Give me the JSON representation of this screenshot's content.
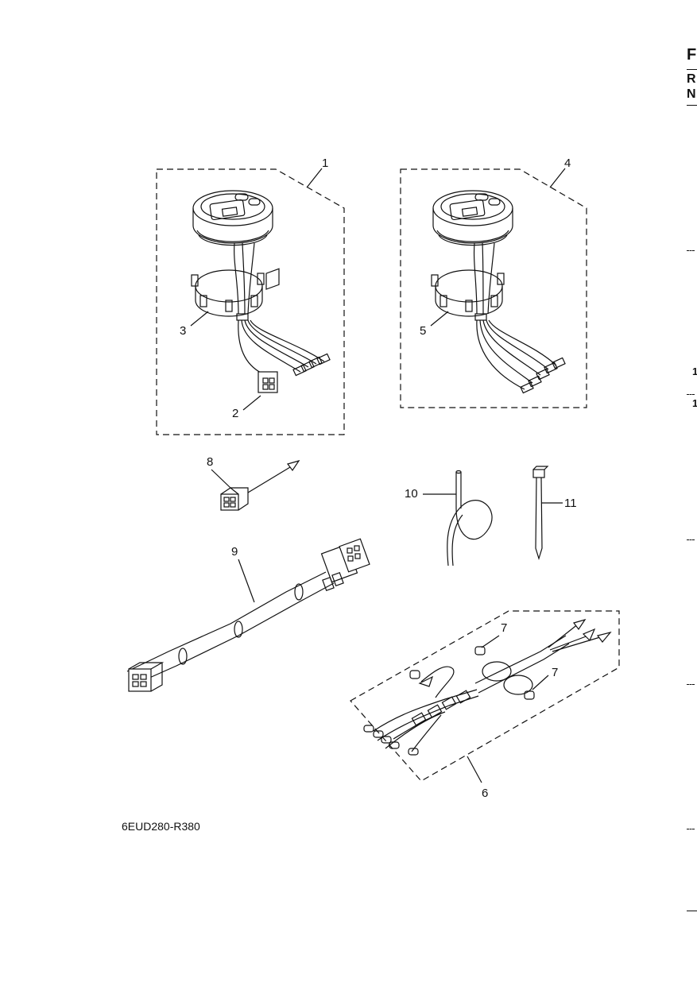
{
  "page_code": "6EUD280-R380",
  "edge_letters": [
    "F",
    "R",
    "N"
  ],
  "edge_digits": [
    "1",
    "1"
  ],
  "callouts": {
    "c1": "1",
    "c2": "2",
    "c3": "3",
    "c4": "4",
    "c5": "5",
    "c6": "6",
    "c7a": "7",
    "c7b": "7",
    "c8": "8",
    "c9": "9",
    "c10": "10",
    "c11": "11"
  }
}
